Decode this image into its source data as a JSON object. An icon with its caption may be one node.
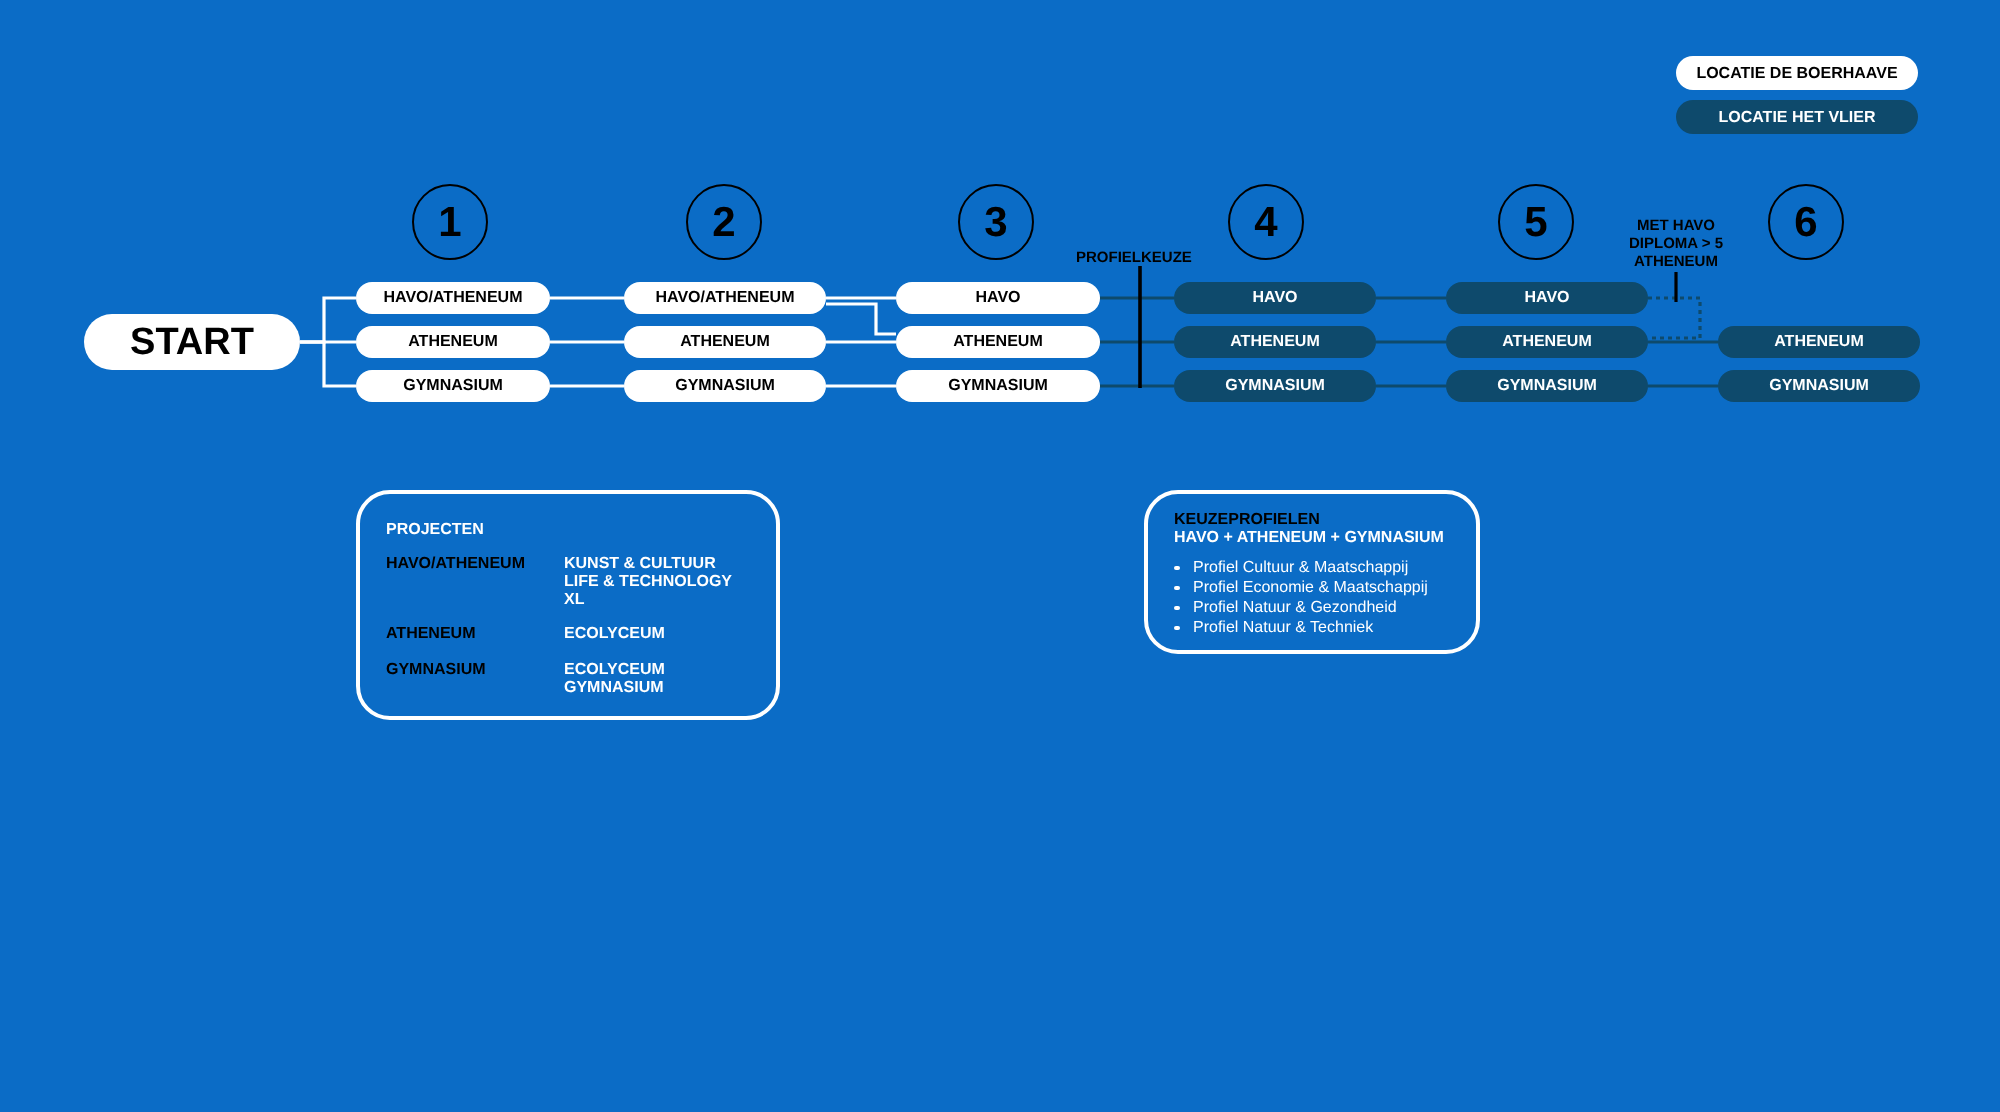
{
  "diagram": {
    "nodes": [
      {
        "text": [
          "1"
        ]
      },
      {
        "text": [
          "2"
        ]
      },
      {
        "text": [
          "3"
        ]
      },
      {
        "text": [
          "4"
        ]
      },
      {
        "text": [
          "5"
        ]
      },
      {
        "text": [
          "6"
        ]
      },
      {
        "text": [
          "START"
        ]
      },
      {
        "text": [
          "HAVO/ATHENEUM"
        ]
      },
      {
        "text": [
          "ATHENEUM"
        ]
      },
      {
        "text": [
          "GYMNASIUM"
        ]
      },
      {
        "text": [
          "HAVO/ATHENEUM"
        ]
      },
      {
        "text": [
          "ATHENEUM"
        ]
      },
      {
        "text": [
          "GYMNASIUM"
        ]
      },
      {
        "text": [
          "HAVO"
        ]
      },
      {
        "text": [
          "ATHENEUM"
        ]
      },
      {
        "text": [
          "GYMNASIUM"
        ]
      },
      {
        "text": [
          "HAVO"
        ]
      },
      {
        "text": [
          "ATHENEUM"
        ]
      },
      {
        "text": [
          "GYMNASIUM"
        ]
      },
      {
        "text": [
          "HAVO"
        ]
      },
      {
        "text": [
          "ATHENEUM"
        ]
      },
      {
        "text": [
          "GYMNASIUM"
        ]
      },
      {
        "text": [
          "ATHENEUM"
        ]
      },
      {
        "text": [
          "GYMNASIUM"
        ]
      },
      {
        "text": [
          "MET HAVO DIPLOMA > 5 ATHENEUM"
        ]
      },
      {
        "text": [
          "PROJECTEN",
          "HAVO/ATHENEUM",
          "KUNST & CULTUUR",
          "LIFE & TECHNOLOGY XL",
          "ATHENEUM",
          "ECOLYCEUM",
          "GYMNASIUM",
          "ECOLYCEUM GYMNASIUM"
        ]
      },
      {
        "text": [
          "KEUZEPROFIELEN",
          "HAVO + ATHENEUM + GYMNASIUM",
          "Profiel Cultuur & Maatschappij",
          "Profiel Economie & Maatschappij",
          "Profiel Natuur & Gezondheid",
          "Profiel Natuur & Techniek"
        ]
      }
    ],
    "edges": [
      {
        "from": 6,
        "to": 7,
        "arrow": "none"
      },
      {
        "from": 6,
        "to": 8,
        "arrow": "none"
      },
      {
        "from": 6,
        "to": 9,
        "arrow": "none"
      },
      {
        "from": 7,
        "to": 10,
        "arrow": "none"
      },
      {
        "from": 8,
        "to": 11,
        "arrow": "none"
      },
      {
        "from": 9,
        "to": 12,
        "arrow": "none"
      },
      {
        "from": 10,
        "to": 13,
        "arrow": "none"
      },
      {
        "from": 10,
        "to": 14,
        "arrow": "none"
      },
      {
        "from": 11,
        "to": 14,
        "arrow": "none"
      },
      {
        "from": 12,
        "to": 15,
        "arrow": "none"
      },
      {
        "from": 13,
        "to": 16,
        "arrow": "none",
        "color": "#0e4a6c"
      },
      {
        "from": 14,
        "to": 17,
        "arrow": "none",
        "color": "#0e4a6c"
      },
      {
        "from": 15,
        "to": 18,
        "arrow": "none",
        "color": "#0e4a6c"
      },
      {
        "from": 16,
        "to": 19,
        "arrow": "none",
        "color": "#0e4a6c"
      },
      {
        "from": 17,
        "to": 20,
        "arrow": "none",
        "color": "#0e4a6c"
      },
      {
        "from": 18,
        "to": 21,
        "arrow": "none",
        "color": "#0e4a6c"
      },
      {
        "from": 19,
        "to": 20,
        "arrow": "none",
        "style": "dashed",
        "color": "#0e4a6c"
      },
      {
        "from": 20,
        "to": 22,
        "arrow": "none",
        "color": "#0e4a6c"
      },
      {
        "from": 21,
        "to": 23,
        "arrow": "none",
        "color": "#0e4a6c"
      },
      {
        "from": 24,
        "to": null,
        "arrow": "none",
        "color": "#000000"
      }
    ],
    "labels": [
      "PROFIELKEUZE"
    ],
    "legend": [
      {
        "text": "LOCATIE DE BOERHAAVE",
        "color": "#ffffff"
      },
      {
        "text": "LOCATIE HET VLIER",
        "color": "#0e4a6c"
      }
    ]
  }
}
